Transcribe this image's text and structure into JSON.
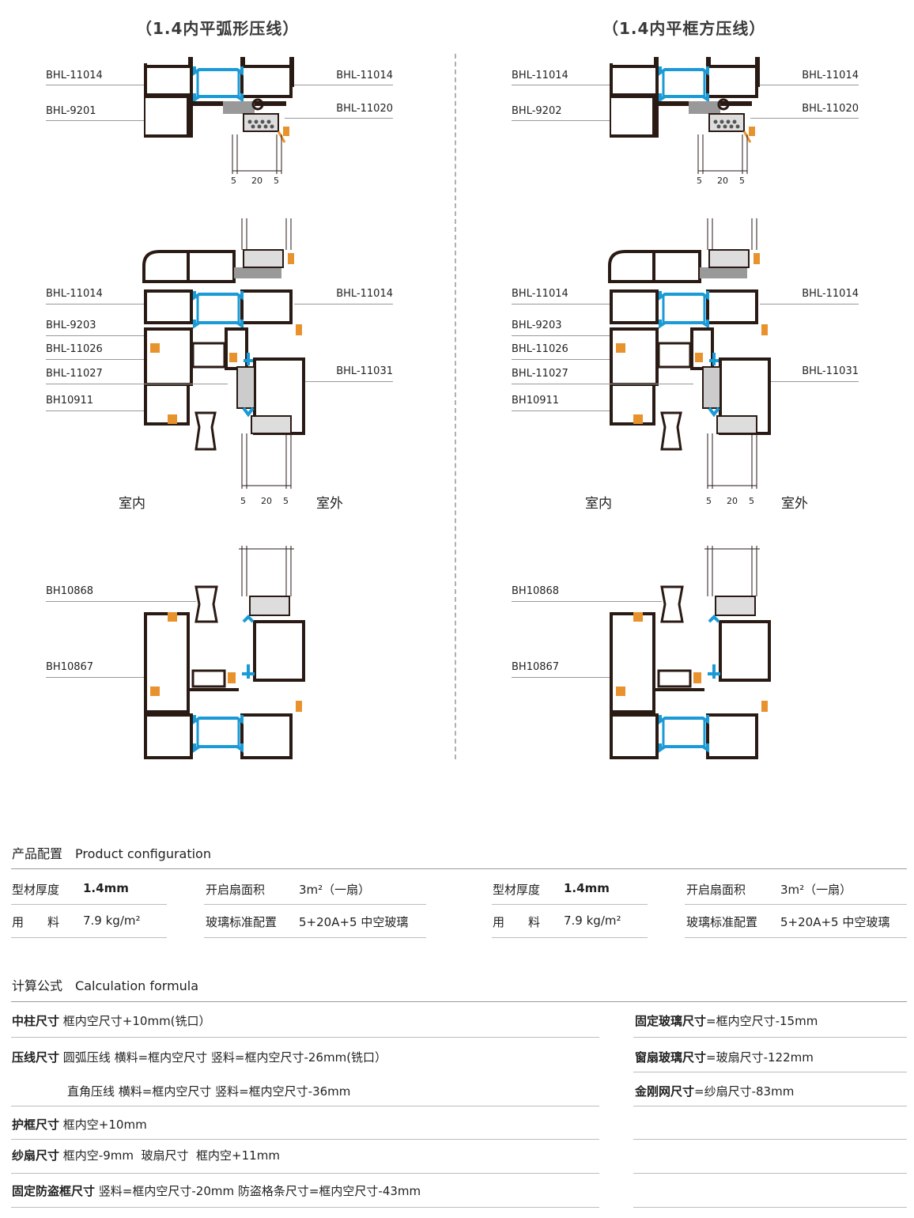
{
  "titles": {
    "left": "（1.4内平弧形压线）",
    "right": "（1.4内平框方压线）"
  },
  "left": {
    "top": {
      "l1": "BHL-11014",
      "l2": "BHL-9201",
      "r1": "BHL-11014",
      "r2": "BHL-11020",
      "dims": [
        "5",
        "20",
        "5"
      ]
    },
    "mid": {
      "l1": "BHL-11014",
      "l2": "BHL-9203",
      "l3": "BHL-11026",
      "l4": "BHL-11027",
      "l5": "BH10911",
      "r1": "BHL-11014",
      "r2": "BHL-11031",
      "indoor": "室内",
      "outdoor": "室外",
      "dims": [
        "5",
        "20",
        "5"
      ]
    },
    "bot": {
      "l1": "BH10868",
      "l2": "BH10867"
    }
  },
  "right": {
    "top": {
      "l1": "BHL-11014",
      "l2": "BHL-9202",
      "r1": "BHL-11014",
      "r2": "BHL-11020",
      "dims": [
        "5",
        "20",
        "5"
      ]
    },
    "mid": {
      "l1": "BHL-11014",
      "l2": "BHL-9203",
      "l3": "BHL-11026",
      "l4": "BHL-11027",
      "l5": "BH10911",
      "r1": "BHL-11014",
      "r2": "BHL-11031",
      "indoor": "室内",
      "outdoor": "室外",
      "dims": [
        "5",
        "20",
        "5"
      ]
    },
    "bot": {
      "l1": "BH10868",
      "l2": "BH10867"
    }
  },
  "config": {
    "heading_cn": "产品配置",
    "heading_en": "Product configuration",
    "left": {
      "thickness_label": "型材厚度",
      "thickness_value": "1.4mm",
      "area_label": "开启扇面积",
      "area_value": "3m²（一扇）",
      "usage_label": "用　　料",
      "usage_value": "7.9 kg/m²",
      "glass_label": "玻璃标准配置",
      "glass_value": "5+20A+5 中空玻璃"
    },
    "right": {
      "thickness_label": "型材厚度",
      "thickness_value": "1.4mm",
      "area_label": "开启扇面积",
      "area_value": "3m²（一扇）",
      "usage_label": "用　　料",
      "usage_value": "7.9 kg/m²",
      "glass_label": "玻璃标准配置",
      "glass_value": "5+20A+5 中空玻璃"
    }
  },
  "formula": {
    "heading_cn": "计算公式",
    "heading_en": "Calculation formula",
    "left": [
      {
        "key": "中柱尺寸",
        "text": "框内空尺寸+10mm(铣口）"
      },
      {
        "key": "压线尺寸",
        "text": "圆弧压线 横料=框内空尺寸 竖料=框内空尺寸-26mm(铣口）"
      },
      {
        "key": "",
        "text": "直角压线 横料=框内空尺寸 竖料=框内空尺寸-36mm"
      },
      {
        "key": "护框尺寸",
        "text": "框内空+10mm"
      },
      {
        "key": "纱扇尺寸",
        "text": "框内空-9mm  玻扇尺寸  框内空+11mm"
      },
      {
        "key": "固定防盗框尺寸",
        "text": "竖料=框内空尺寸-20mm 防盗格条尺寸=框内空尺寸-43mm"
      }
    ],
    "right": [
      {
        "key": "固定玻璃尺寸",
        "text": "=框内空尺寸-15mm"
      },
      {
        "key": "窗扇玻璃尺寸",
        "text": "=玻扇尺寸-122mm"
      },
      {
        "key": "金刚网尺寸",
        "text": "=纱扇尺寸-83mm"
      }
    ]
  },
  "colors": {
    "profile": "#2a1a14",
    "gasket": "#1a9ad6",
    "strip": "#e8922e",
    "insulation_gray": "#999999"
  }
}
